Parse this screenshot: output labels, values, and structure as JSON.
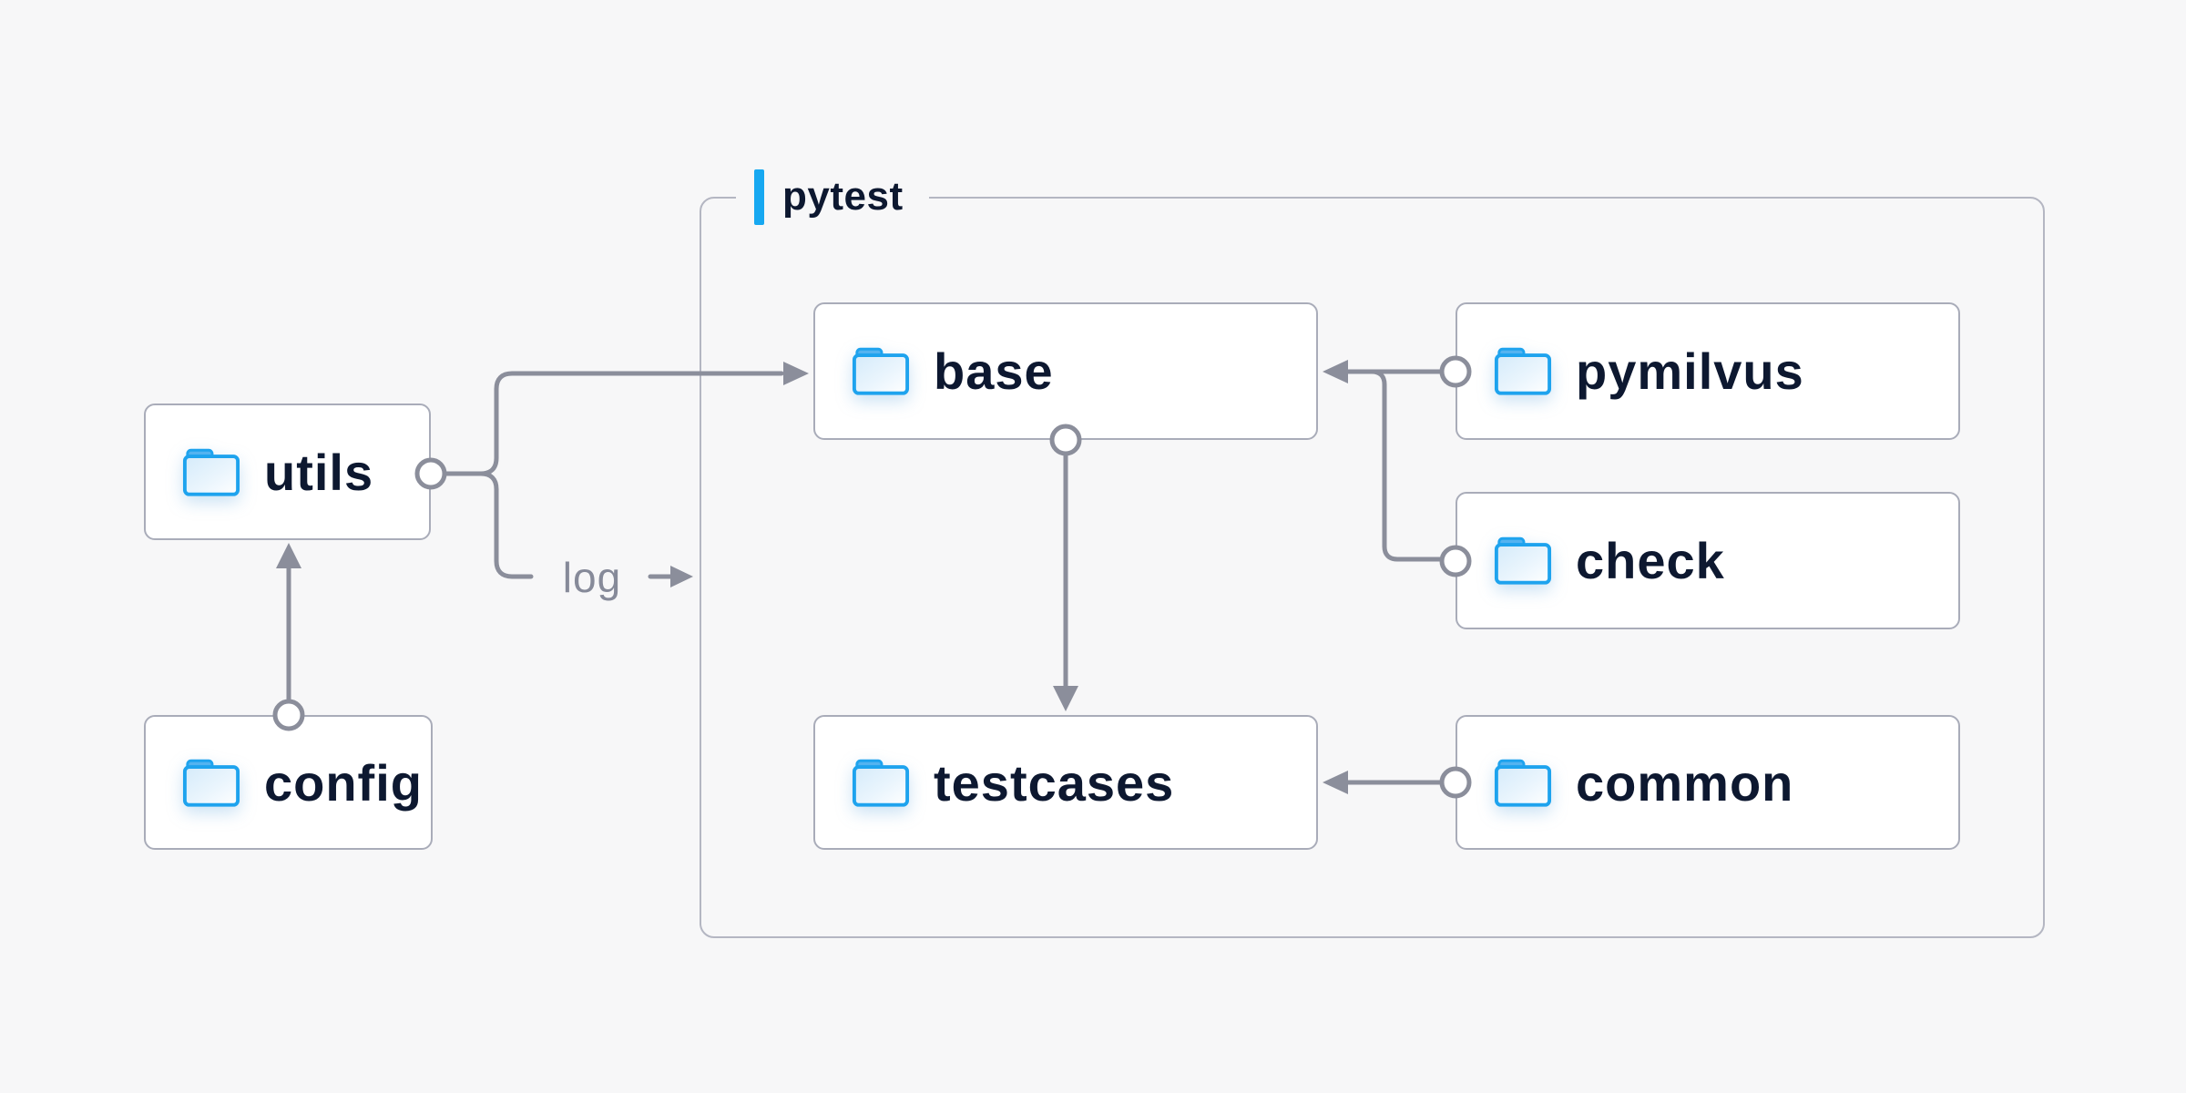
{
  "diagram": {
    "container": {
      "label": "pytest"
    },
    "nodes": [
      {
        "id": "utils",
        "label": "utils",
        "icon": "folder-icon"
      },
      {
        "id": "config",
        "label": "config",
        "icon": "folder-icon"
      },
      {
        "id": "base",
        "label": "base",
        "icon": "folder-icon"
      },
      {
        "id": "pymilvus",
        "label": "pymilvus",
        "icon": "folder-icon"
      },
      {
        "id": "check",
        "label": "check",
        "icon": "folder-icon"
      },
      {
        "id": "testcases",
        "label": "testcases",
        "icon": "folder-icon"
      },
      {
        "id": "common",
        "label": "common",
        "icon": "folder-icon"
      }
    ],
    "edges": [
      {
        "from": "config",
        "to": "utils",
        "label": ""
      },
      {
        "from": "utils",
        "to": "base",
        "label": ""
      },
      {
        "from": "utils",
        "to": "log",
        "label": "log"
      },
      {
        "from": "base",
        "to": "testcases",
        "label": ""
      },
      {
        "from": "pymilvus",
        "to": "base",
        "label": ""
      },
      {
        "from": "check",
        "to": "base",
        "label": ""
      },
      {
        "from": "common",
        "to": "testcases",
        "label": ""
      }
    ],
    "colors": {
      "background": "#f7f7f8",
      "node_fill": "#ffffff",
      "node_border": "#a9acb9",
      "container_border": "#b4b6c2",
      "connector": "#8b8e9b",
      "label_text": "#0d1830",
      "edge_label_text": "#868a99",
      "accent": "#17a8f1",
      "folder_blue": "#1ea3ee"
    }
  }
}
